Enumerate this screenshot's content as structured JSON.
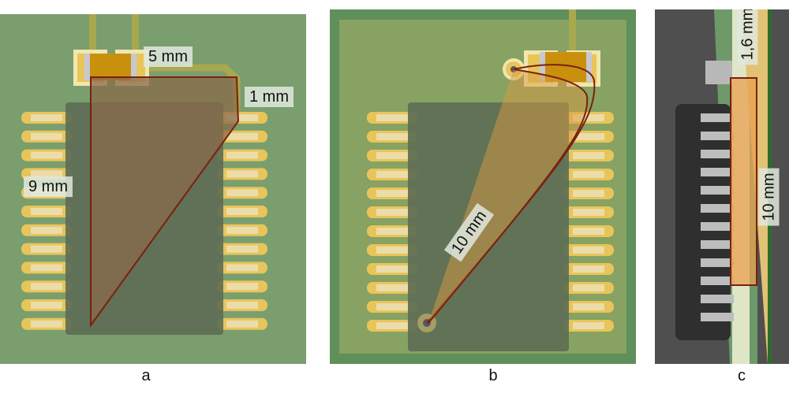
{
  "figure": {
    "panels": [
      {
        "id": "a",
        "caption": "a",
        "labels": {
          "top": "5 mm",
          "right": "1 mm",
          "left": "9 mm"
        }
      },
      {
        "id": "b",
        "caption": "b",
        "labels": {
          "diagonal": "10 mm"
        }
      },
      {
        "id": "c",
        "caption": "c",
        "labels": {
          "thickness": "1,6 mm",
          "length": "10 mm"
        }
      }
    ],
    "colors": {
      "board_green": "#7a9e6e",
      "pad_gold": "#e8c55a",
      "chip_dark": "#5d6e55",
      "loop_outline": "#7a2010",
      "loop_fill": "#8a6a4a",
      "side_dark": "#4f4f4f"
    }
  }
}
